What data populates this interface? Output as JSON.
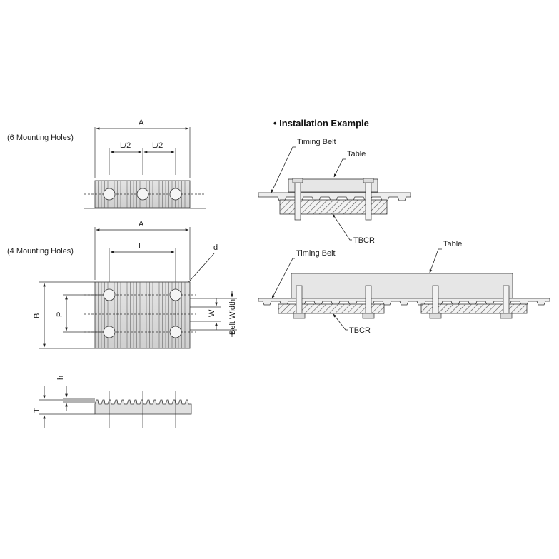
{
  "labels": {
    "six_holes": "(6 Mounting Holes)",
    "four_holes": "(4 Mounting Holes)",
    "dim_A": "A",
    "dim_L2": "L/2",
    "dim_L": "L",
    "dim_d": "d",
    "dim_B": "B",
    "dim_P": "P",
    "dim_W": "W",
    "belt_width": "Belt Width",
    "dim_h": "h",
    "dim_T": "T",
    "install_heading": "• Installation Example",
    "timing_belt": "Timing Belt",
    "table": "Table",
    "tbcr": "TBCR"
  }
}
